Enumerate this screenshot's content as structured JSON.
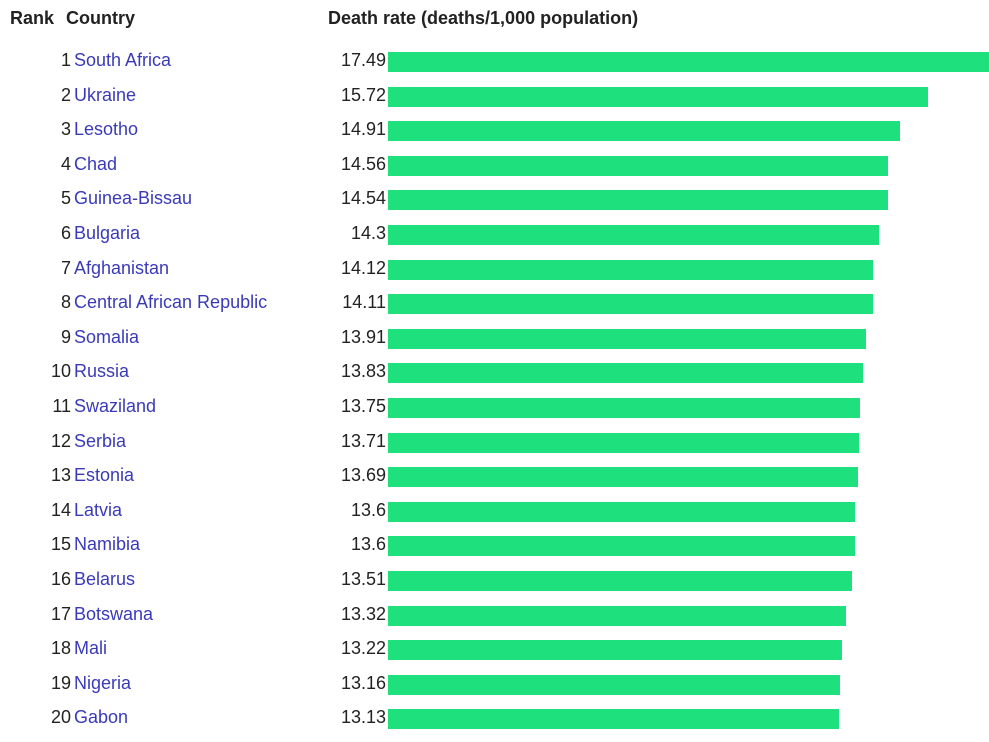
{
  "headers": {
    "rank": "Rank",
    "country": "Country",
    "value": "Death rate (deaths/1,000 population)"
  },
  "colors": {
    "bar": "#1ee07c",
    "link": "#3a3ab8",
    "text": "#222222"
  },
  "chart_data": {
    "type": "bar",
    "orientation": "horizontal",
    "title": "",
    "xlabel": "",
    "ylabel": "",
    "value_label": "Death rate (deaths/1,000 population)",
    "xlim": [
      0,
      17.49
    ],
    "grid": false,
    "ranks": [
      "1",
      "2",
      "3",
      "4",
      "5",
      "6",
      "7",
      "8",
      "9",
      "10",
      "11",
      "12",
      "13",
      "14",
      "15",
      "16",
      "17",
      "18",
      "19",
      "20"
    ],
    "categories": [
      "South Africa",
      "Ukraine",
      "Lesotho",
      "Chad",
      "Guinea-Bissau",
      "Bulgaria",
      "Afghanistan",
      "Central African Republic",
      "Somalia",
      "Russia",
      "Swaziland",
      "Serbia",
      "Estonia",
      "Latvia",
      "Namibia",
      "Belarus",
      "Botswana",
      "Mali",
      "Nigeria",
      "Gabon"
    ],
    "value_labels": [
      "17.49",
      "15.72",
      "14.91",
      "14.56",
      "14.54",
      "14.3",
      "14.12",
      "14.11",
      "13.91",
      "13.83",
      "13.75",
      "13.71",
      "13.69",
      "13.6",
      "13.6",
      "13.51",
      "13.32",
      "13.22",
      "13.16",
      "13.13"
    ],
    "values": [
      17.49,
      15.72,
      14.91,
      14.56,
      14.54,
      14.3,
      14.12,
      14.11,
      13.91,
      13.83,
      13.75,
      13.71,
      13.69,
      13.6,
      13.6,
      13.51,
      13.32,
      13.22,
      13.16,
      13.13
    ]
  }
}
